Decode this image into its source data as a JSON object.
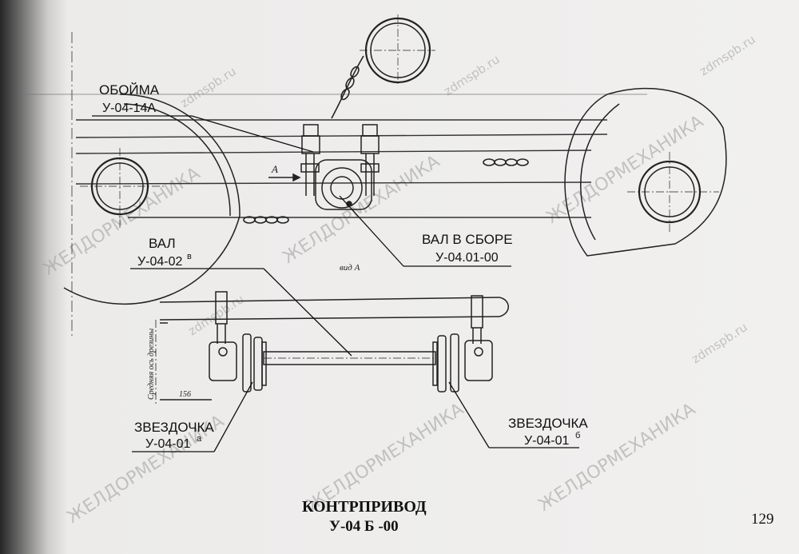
{
  "labels": {
    "oboima_title": "ОБОЙМА",
    "oboima_code": "У-04-14А",
    "val_title": "ВАЛ",
    "val_code": "У-04-02",
    "val_code_sup": "в",
    "val_assembly_title": "ВАЛ В СБОРЕ",
    "val_assembly_code": "У-04.01-00",
    "star_left_title": "ЗВЕЗДОЧКА",
    "star_left_code": "У-04-01",
    "star_left_sup": "а",
    "star_right_title": "ЗВЕЗДОЧКА",
    "star_right_code": "У-04-01",
    "star_right_sup": "б"
  },
  "handwritten": {
    "view_a": "А",
    "view_label": "вид А",
    "axis_label": "Средняя ось дрезины",
    "dimension": "156"
  },
  "footer": {
    "title": "КОНТРПРИВОД",
    "code": "У-04 Б -00",
    "page_number": "129"
  },
  "watermarks": {
    "brand": "ЖЕЛДОРМЕХАНИКА",
    "site": "zdmspb.ru"
  }
}
